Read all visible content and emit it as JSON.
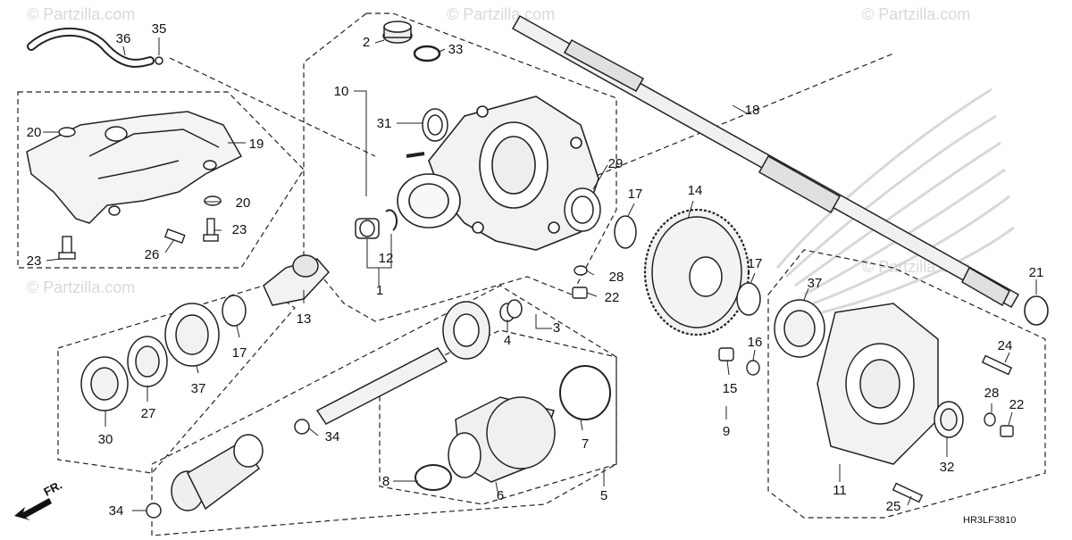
{
  "diagram": {
    "reference_code": "HR3LF3810",
    "front_marker": "FR.",
    "watermark": "© Partzilla.com",
    "callouts": [
      "1",
      "2",
      "3",
      "4",
      "5",
      "6",
      "7",
      "8",
      "9",
      "10",
      "11",
      "12",
      "13",
      "14",
      "15",
      "16",
      "17",
      "17",
      "17",
      "18",
      "19",
      "20",
      "20",
      "21",
      "22",
      "22",
      "23",
      "23",
      "24",
      "25",
      "26",
      "27",
      "28",
      "28",
      "29",
      "30",
      "31",
      "32",
      "33",
      "34",
      "34",
      "35",
      "36",
      "37",
      "37"
    ]
  }
}
